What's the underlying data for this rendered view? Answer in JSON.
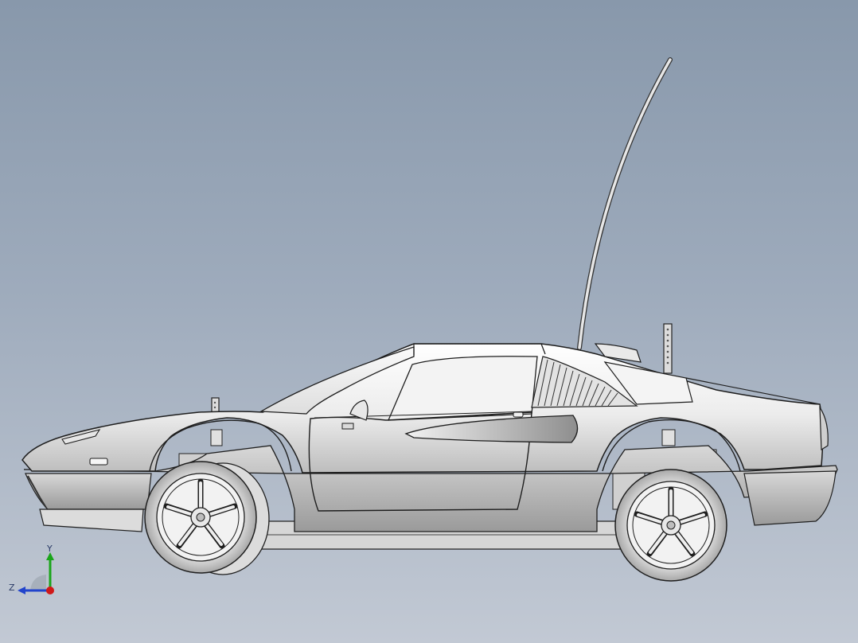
{
  "app": {
    "view": "3d-model-viewport"
  },
  "triad": {
    "y_label": "Y",
    "z_label": "Z"
  },
  "colors": {
    "background_top": "#8898ab",
    "background_bottom": "#c2c9d4",
    "body_light": "#f7f7f7",
    "body_shade": "#b9b9b9",
    "edge": "#1e1e1e",
    "axis_y": "#1aa51a",
    "axis_z": "#2244cc",
    "origin": "#d01818"
  },
  "model": {
    "subject": "rc-car-body-with-chassis",
    "icons": [
      "car-body-icon",
      "wheel-icon",
      "antenna-icon"
    ]
  }
}
